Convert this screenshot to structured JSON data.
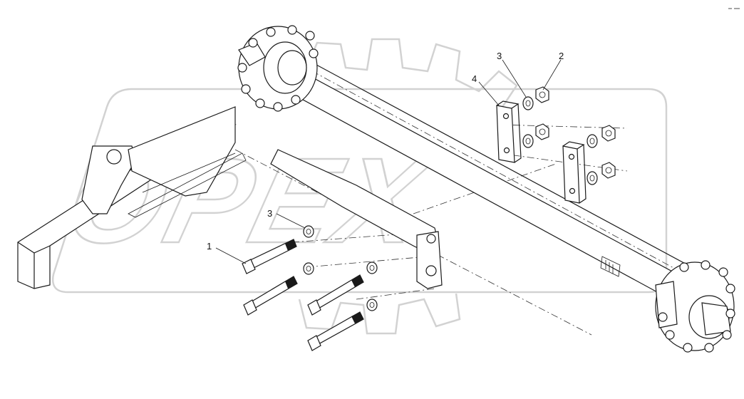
{
  "watermark": {
    "text": "OPEX"
  },
  "callouts": [
    {
      "id": "bolt",
      "label": "1"
    },
    {
      "id": "nut",
      "label": "2"
    },
    {
      "id": "washer-upper",
      "label": "3"
    },
    {
      "id": "washer-lower",
      "label": "3"
    },
    {
      "id": "plate",
      "label": "4"
    }
  ]
}
